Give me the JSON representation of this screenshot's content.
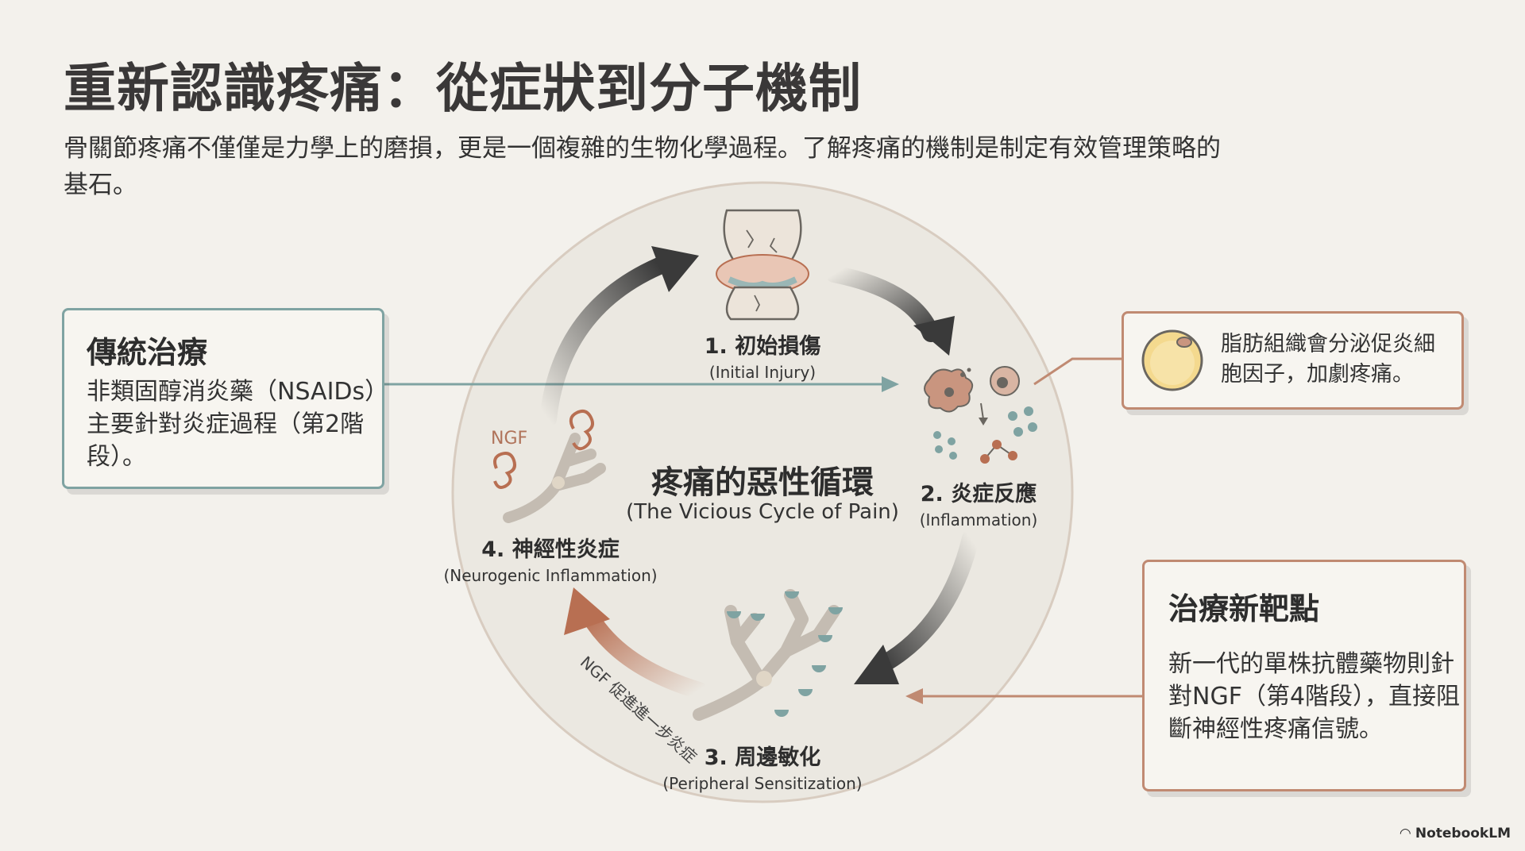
{
  "title": "重新認識疼痛：從症狀到分子機制",
  "subtitle": "骨關節疼痛不僅僅是力學上的磨損，更是一個複雜的生物化學過程。了解疼痛的機制是制定有效管理策略的基石。",
  "cycle": {
    "title": "疼痛的惡性循環",
    "title_en": "(The Vicious Cycle of Pain)",
    "stages": [
      {
        "label": "1. 初始損傷",
        "label_en": "(Initial Injury)"
      },
      {
        "label": "2. 炎症反應",
        "label_en": "(Inflammation)"
      },
      {
        "label": "3. 周邊敏化",
        "label_en": "(Peripheral Sensitization)"
      },
      {
        "label": "4. 神經性炎症",
        "label_en": "(Neurogenic Inflammation)"
      }
    ],
    "ngf_label": "NGF",
    "arrow_note": "NGF 促進進一步炎症"
  },
  "traditional": {
    "title": "傳統治療",
    "body": "非類固醇消炎藥（NSAIDs）主要針對炎症過程（第2階段）。"
  },
  "adipose": {
    "body": "脂肪組織會分泌促炎細胞因子，加劇疼痛。"
  },
  "new_target": {
    "title": "治療新靶點",
    "body": "新一代的單株抗體藥物則針對NGF（第4階段），直接阻斷神經性疼痛信號。"
  },
  "brand": "NotebookLM",
  "colors": {
    "background": "#f3f1ec",
    "teal": "#7fa3a2",
    "rust": "#c08a72",
    "dark_arrow": "#3a3a3a",
    "rust_arrow": "#b86f52"
  }
}
